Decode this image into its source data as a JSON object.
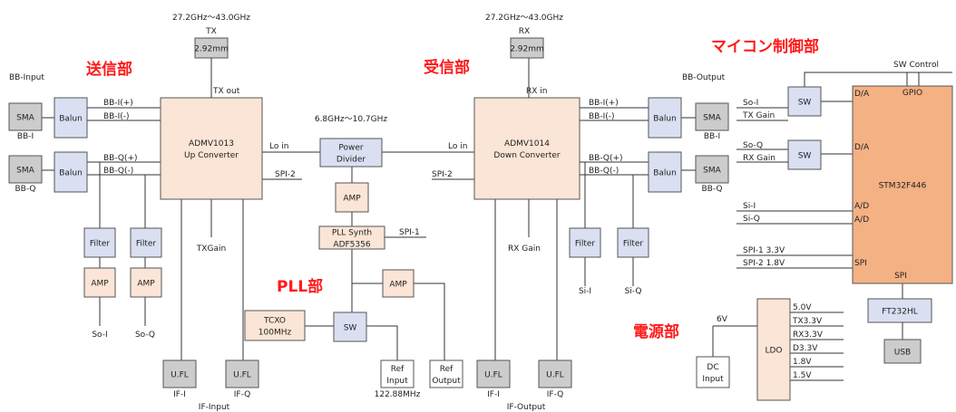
{
  "sections": {
    "tx": "送信部",
    "rx": "受信部",
    "mcu": "マイコン制御部",
    "pll": "PLL部",
    "power": "電源部"
  },
  "blocks": {
    "tx_conn": "2.92mm",
    "rx_conn": "2.92mm",
    "adm1013_name": "ADMV1013",
    "adm1013_sub": "Up Converter",
    "adm1014_name": "ADMV1014",
    "adm1014_sub": "Down Converter",
    "power_divider_1": "Power",
    "power_divider_2": "Divider",
    "pll_1": "PLL Synth",
    "pll_2": "ADF5356",
    "tcxo_1": "TCXO",
    "tcxo_2": "100MHz",
    "mcu": "STM32F446",
    "ft232": "FT232HL",
    "usb": "USB",
    "ldo": "LDO",
    "dc_1": "DC",
    "dc_2": "Input",
    "ref_in_1": "Ref",
    "ref_in_2": "Input",
    "ref_out_1": "Ref",
    "ref_out_2": "Output",
    "sma": "SMA",
    "balun": "Balun",
    "filter": "Filter",
    "amp": "AMP",
    "sw": "SW",
    "ufl": "U.FL"
  },
  "labels": {
    "tx_freq": "27.2GHz〜43.0GHz",
    "rx_freq": "27.2GHz〜43.0GHz",
    "tx": "TX",
    "rx": "RX",
    "tx_out": "TX out",
    "rx_in": "RX in",
    "lo_freq": "6.8GHz〜10.7GHz",
    "lo_in_tx": "Lo in",
    "lo_in_rx": "Lo in",
    "spi2_tx": "SPI-2",
    "spi2_rx": "SPI-2",
    "spi1_pll": "SPI-1",
    "txgain": "TXGain",
    "rxgain": "RX Gain",
    "bb_input": "BB-Input",
    "bb_output": "BB-Output",
    "bb_i": "BB-I",
    "bb_q": "BB-Q",
    "bb_i_p": "BB-I(+)",
    "bb_i_n": "BB-I(-)",
    "bb_q_p": "BB-Q(+)",
    "bb_q_n": "BB-Q(-)",
    "so_i": "So-I",
    "so_q": "So-Q",
    "si_i": "Si-I",
    "si_q": "Si-Q",
    "tx_gain_mcu": "TX Gain",
    "rx_gain_mcu": "RX Gain",
    "spi1_mcu": "SPI-1  3.3V",
    "spi2_mcu": "SPI-2  1.8V",
    "da": "D/A",
    "ad": "A/D",
    "spi": "SPI",
    "gpio": "GPIO",
    "sw_control": "SW Control",
    "if_i": "IF-I",
    "if_q": "IF-Q",
    "if_input": "IF-Input",
    "if_output": "IF-Output",
    "ref_freq": "122.88MHz",
    "v6": "6V",
    "v50": "5.0V",
    "tx33": "TX3.3V",
    "rx33": "RX3.3V",
    "d33": "D3.3V",
    "v18": "1.8V",
    "v15": "1.5V"
  },
  "colors": {
    "line": "#333333",
    "gray_fill": "#cccccc",
    "blue_fill": "#dae0f2",
    "peach_fill": "#fbe5d6",
    "orange_fill": "#f4b183",
    "section_red": "#ff1a1a"
  }
}
